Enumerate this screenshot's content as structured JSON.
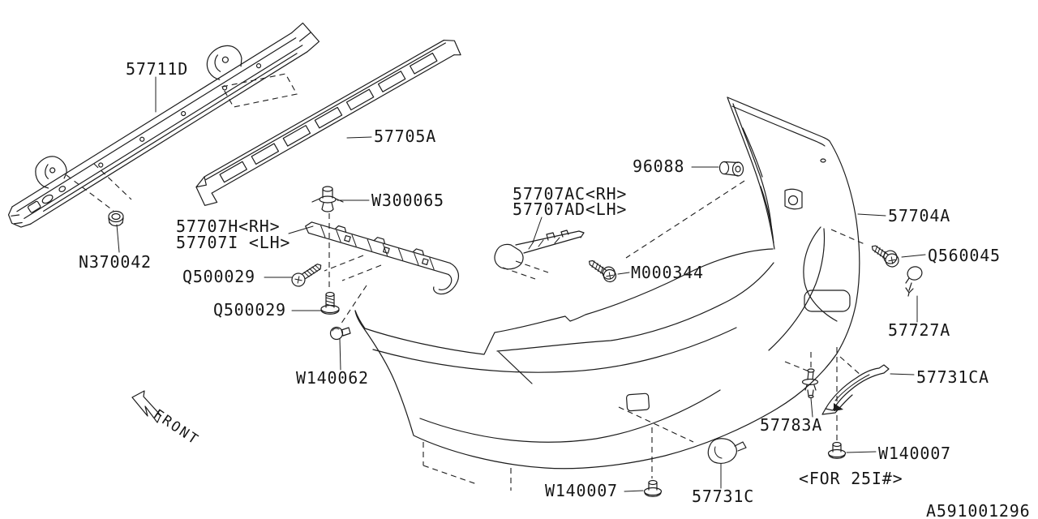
{
  "diagram": {
    "drawing_number": "A591001296",
    "front_indicator": "FRONT",
    "variant_note": "<FOR 25I#>"
  },
  "callouts": {
    "c57711d": "57711D",
    "c57705a": "57705A",
    "w300065": "W300065",
    "c57707h": "57707H<RH>",
    "c57707i": "57707I <LH>",
    "c57707ac": "57707AC<RH>",
    "c57707ad": "57707AD<LH>",
    "c96088": "96088",
    "c57704a": "57704A",
    "q560045": "Q560045",
    "n370042": "N370042",
    "q500029_upper": "Q500029",
    "q500029_lower": "Q500029",
    "m000344": "M000344",
    "c57727a": "57727A",
    "w140062": "W140062",
    "c57731ca": "57731CA",
    "c57783a": "57783A",
    "w140007_right": "W140007",
    "w140007_left": "W140007",
    "c57731c": "57731C"
  }
}
